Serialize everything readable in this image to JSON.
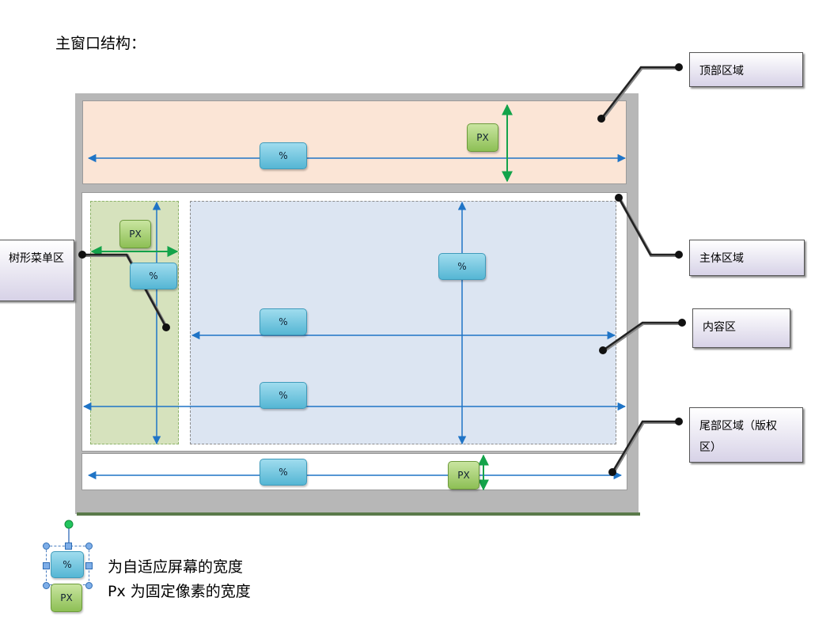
{
  "title": "主窗口结构：",
  "badges": {
    "percent": "%",
    "px": "PX"
  },
  "callouts": {
    "top": "顶部区域",
    "main": "主体区域",
    "content": "内容区",
    "footer": "尾部区域（版权区）",
    "tree": "树形菜单区"
  },
  "legend": {
    "percent_desc": "为自适应屏幕的宽度",
    "px_desc": "Px 为固定像素的宽度"
  },
  "colors": {
    "top_area": "#fbe5d6",
    "tree_area": "#d6e2bd",
    "content_area": "#dce5f2",
    "frame": "#b7b7b7",
    "percent_arrow": "#1f74c6",
    "px_arrow": "#13a34a"
  }
}
